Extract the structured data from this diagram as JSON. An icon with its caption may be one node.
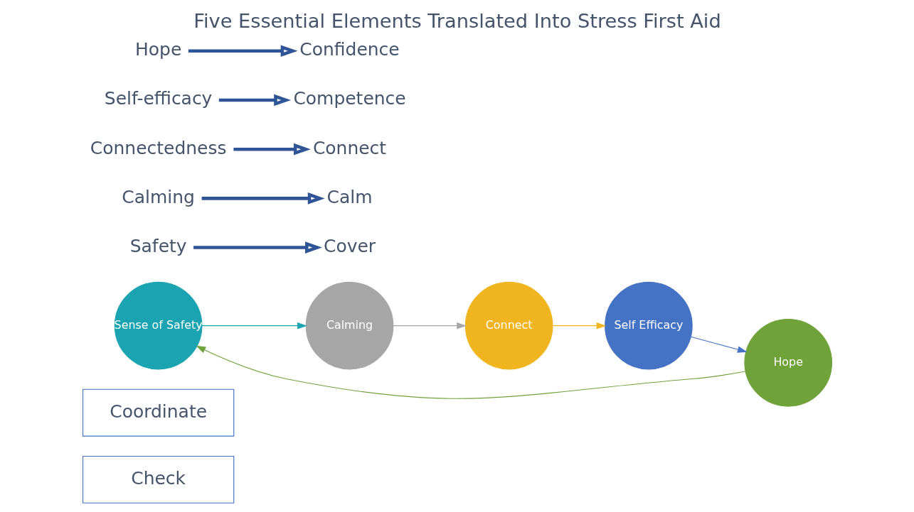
{
  "diagram": {
    "title": "Five Essential Elements Translated Into Stress First Aid",
    "nodes": [
      {
        "text": [
          "Check"
        ]
      },
      {
        "text": [
          "Coordinate"
        ]
      },
      {
        "text": [
          "Sense of Safety"
        ]
      },
      {
        "text": [
          "Calming"
        ]
      },
      {
        "text": [
          "Connect"
        ]
      },
      {
        "text": [
          "Self Efficacy"
        ]
      },
      {
        "text": [
          "Hope"
        ]
      },
      {
        "text": [
          "Safety"
        ]
      },
      {
        "text": [
          "Cover"
        ]
      },
      {
        "text": [
          "Calming"
        ]
      },
      {
        "text": [
          "Calm"
        ]
      },
      {
        "text": [
          "Connectedness"
        ]
      },
      {
        "text": [
          "Connect"
        ]
      },
      {
        "text": [
          "Self-efficacy"
        ]
      },
      {
        "text": [
          "Competence"
        ]
      },
      {
        "text": [
          "Hope"
        ]
      },
      {
        "text": [
          "Confidence"
        ]
      }
    ],
    "edges": [
      {
        "from": 2,
        "to": 3,
        "arrow": "to",
        "color": "#1aa3b0"
      },
      {
        "from": 3,
        "to": 4,
        "arrow": "to",
        "color": "#a6a6a6"
      },
      {
        "from": 4,
        "to": 5,
        "arrow": "to",
        "color": "#f0b51e"
      },
      {
        "from": 5,
        "to": 6,
        "arrow": "to",
        "color": "#4472c4"
      },
      {
        "from": 6,
        "to": 2,
        "arrow": "to",
        "color": "#70a23a"
      },
      {
        "from": 7,
        "to": 8,
        "arrow": "to",
        "style": "thick"
      },
      {
        "from": 9,
        "to": 10,
        "arrow": "to",
        "style": "thick"
      },
      {
        "from": 11,
        "to": 12,
        "arrow": "to",
        "style": "thick"
      },
      {
        "from": 13,
        "to": 14,
        "arrow": "to",
        "style": "thick"
      },
      {
        "from": 15,
        "to": 16,
        "arrow": "to",
        "style": "thick"
      }
    ]
  }
}
